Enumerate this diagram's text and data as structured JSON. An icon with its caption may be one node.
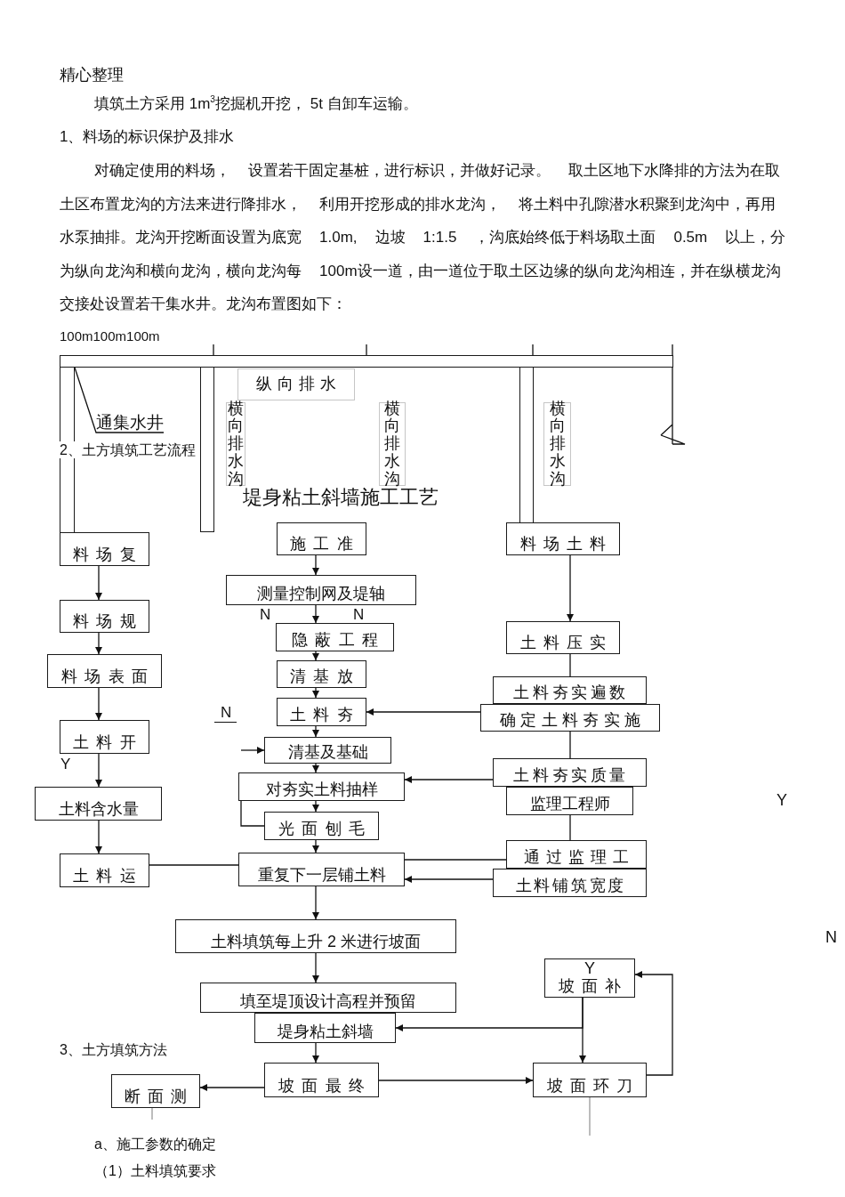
{
  "diagram": {
    "nodes": [
      {
        "text": [
          "纵向排水"
        ]
      },
      {
        "text": [
          "横向排水沟"
        ]
      },
      {
        "text": [
          "横向排水沟"
        ]
      },
      {
        "text": [
          "横向排水沟"
        ]
      },
      {
        "text": [
          "通集水井"
        ]
      },
      {
        "text": [
          "料场复"
        ]
      },
      {
        "text": [
          "施工准"
        ]
      },
      {
        "text": [
          "料场土料"
        ]
      },
      {
        "text": [
          "测量控制网及堤轴"
        ]
      },
      {
        "text": [
          "料场规"
        ]
      },
      {
        "text": [
          "隐蔽工程"
        ]
      },
      {
        "text": [
          "土料压实"
        ]
      },
      {
        "text": [
          "料场表面"
        ]
      },
      {
        "text": [
          "清基放"
        ]
      },
      {
        "text": [
          "土料夯实遍数"
        ]
      },
      {
        "text": [
          "土料夯"
        ]
      },
      {
        "text": [
          "确定土料夯实施"
        ]
      },
      {
        "text": [
          "土料开"
        ]
      },
      {
        "text": [
          "清基及基础"
        ]
      },
      {
        "text": [
          "土料夯实质量"
        ]
      },
      {
        "text": [
          "对夯实土料抽样"
        ]
      },
      {
        "text": [
          "监理工程师"
        ]
      },
      {
        "text": [
          "土料含水量"
        ]
      },
      {
        "text": [
          "光面刨毛"
        ]
      },
      {
        "text": [
          "通过监理工"
        ]
      },
      {
        "text": [
          "土料运"
        ]
      },
      {
        "text": [
          "重复下一层铺土料"
        ]
      },
      {
        "text": [
          "土料铺筑宽度"
        ]
      },
      {
        "text": [
          "土料填筑每上升 2 米进行坡面"
        ]
      },
      {
        "text": [
          "Y",
          "坡面补"
        ]
      },
      {
        "text": [
          "填至堤顶设计高程并预留"
        ]
      },
      {
        "text": [
          "堤身粘土斜墙"
        ]
      },
      {
        "text": [
          "坡面最终"
        ]
      },
      {
        "text": [
          "断面测"
        ]
      },
      {
        "text": [
          "坡面环刀"
        ]
      },
      {
        "text": [],
        "shape": "bar"
      },
      {
        "text": [],
        "shape": "bar"
      },
      {
        "text": [],
        "shape": "bar"
      },
      {
        "text": [],
        "shape": "bar"
      }
    ],
    "edges": [
      {
        "from": 4,
        "to": 35,
        "arrow": "none"
      },
      {
        "from": 5,
        "to": 9,
        "arrow": "to"
      },
      {
        "from": 9,
        "to": 12,
        "arrow": "to"
      },
      {
        "from": 12,
        "to": 17,
        "arrow": "to"
      },
      {
        "from": 17,
        "to": 22,
        "arrow": "to"
      },
      {
        "from": 22,
        "to": 25,
        "arrow": "to"
      },
      {
        "from": 6,
        "to": 8,
        "arrow": "to"
      },
      {
        "from": 8,
        "to": 10,
        "arrow": "to"
      },
      {
        "from": 10,
        "to": 13,
        "arrow": "to"
      },
      {
        "from": 13,
        "to": 15,
        "arrow": "to"
      },
      {
        "from": 15,
        "to": 18,
        "arrow": "to"
      },
      {
        "from": 18,
        "to": 20,
        "arrow": "to"
      },
      {
        "from": 20,
        "to": 23,
        "arrow": "to"
      },
      {
        "from": 23,
        "to": 26,
        "arrow": "to"
      },
      {
        "from": 7,
        "to": 11,
        "arrow": "to"
      },
      {
        "from": 11,
        "to": 14,
        "arrow": "none"
      },
      {
        "from": 16,
        "to": 15,
        "arrow": "to"
      },
      {
        "from": 16,
        "to": 19,
        "arrow": "none"
      },
      {
        "from": 19,
        "to": 20,
        "arrow": "to"
      },
      {
        "from": 21,
        "to": 24,
        "arrow": "none"
      },
      {
        "from": 24,
        "to": 26,
        "arrow": "none"
      },
      {
        "from": 27,
        "to": 26,
        "arrow": "to"
      },
      {
        "from": 25,
        "to": 26,
        "arrow": "none"
      },
      {
        "from": 26,
        "to": 28,
        "arrow": "to"
      },
      {
        "from": 28,
        "to": 30,
        "arrow": "to"
      },
      {
        "from": 31,
        "to": 32,
        "arrow": "to"
      },
      {
        "from": 32,
        "to": 33,
        "arrow": "to"
      },
      {
        "from": 32,
        "to": 34,
        "arrow": "to"
      },
      {
        "from": 29,
        "to": 34,
        "arrow": "to"
      },
      {
        "from": 29,
        "to": 31,
        "arrow": "to"
      },
      {
        "from": 34,
        "to": 29,
        "arrow": "to"
      },
      {
        "from": 33,
        "to": null,
        "arrow": "none",
        "color": "#999999"
      },
      {
        "from": 34,
        "to": null,
        "arrow": "none",
        "color": "#999999"
      },
      {
        "from": null,
        "to": 18,
        "arrow": "to"
      },
      {
        "from": 20,
        "to": 23,
        "arrow": "none"
      }
    ],
    "labels": [
      "精心整理",
      "填筑土方采用 1m$^{3}$挖掘机开挖， 5t 自卸车运输。",
      "1、料场的标识保护及排水",
      "对确定使用的料场， 设置若干固定基桩，进行标识，并做好记录。 取土区地下水降排的方法为在取土区布置龙沟的方法来进行降排水， 利用开挖形成的排水龙沟， 将土料中孔隙潜水积聚到龙沟中，再用水泵抽排。龙沟开挖断面设置为底宽 1.0m, 边坡 1:1.5 ，沟底始终低于料场取土面 0.5m 以上，分为纵向龙沟和横向龙沟，横向龙沟每 100m设一道，由一道位于取土区边缘的纵向龙沟相连，并在纵横龙沟交接处设置若干集水井。龙沟布置图如下：",
      "100m100m100m",
      "2、土方填筑工艺流程",
      "堤身粘土斜墙施工工艺",
      "N",
      "N",
      "N",
      "Y",
      "Y",
      "N",
      "3、土方填筑方法",
      "a、施工参数的确定",
      "（1）土料填筑要求"
    ]
  }
}
